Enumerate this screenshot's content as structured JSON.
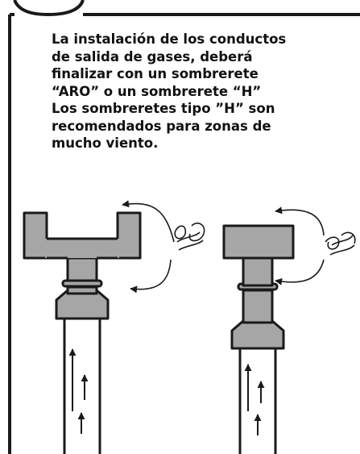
{
  "note": {
    "lines": [
      "La instalación de los conductos",
      "de salida de gases, deberá",
      "finalizar con un sombrerete",
      "“ARO” o un sombrerete “H”",
      "Los sombreretes tipo ”H” son",
      "recomendados para zonas de",
      "mucho viento."
    ]
  },
  "colors": {
    "outline": "#1a1a1a",
    "metal": "#a6a6a6",
    "background": "#ffffff"
  },
  "illustrations": {
    "left": "chimney-cap-h",
    "right": "chimney-cap-aro"
  }
}
